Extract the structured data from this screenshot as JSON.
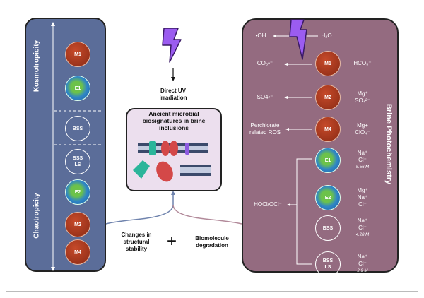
{
  "left_panel": {
    "top_label": "Kosmotropicity",
    "bottom_label": "Chaotropicity",
    "color": "#5b6d99",
    "items": [
      {
        "label": "M1",
        "type": "mars"
      },
      {
        "label": "E1",
        "type": "earth"
      },
      {
        "label": "BSS",
        "type": "circle"
      },
      {
        "label": "BSS LS",
        "type": "circle"
      },
      {
        "label": "E2",
        "type": "earth"
      },
      {
        "label": "M2",
        "type": "mars"
      },
      {
        "label": "M4",
        "type": "mars"
      }
    ]
  },
  "center": {
    "uv_label": "Direct UV irradiation",
    "box_title": "Ancient microbial biosignatures in brine inclusions",
    "left_effect": "Changes in structural stability",
    "plus": "+",
    "right_effect": "Biomolecule degradation",
    "bolt_color": "#9b5cf0"
  },
  "right_panel": {
    "title": "Brine Photochemistry",
    "color": "#946b80",
    "water_product": "•OH",
    "water_reactant": "H₂O",
    "rows": [
      {
        "product": "CO₃•⁻",
        "label": "M1",
        "type": "mars",
        "ions": [
          "HCO₃⁻"
        ]
      },
      {
        "product": "SO4•⁻",
        "label": "M2",
        "type": "mars",
        "ions": [
          "Mg⁺",
          "SO₄²⁻"
        ]
      },
      {
        "product": "Perchlorate related ROS",
        "label": "M4",
        "type": "mars",
        "ions": [
          "Mg+",
          "ClO₄⁻"
        ]
      },
      {
        "label": "E1",
        "type": "earth",
        "ions": [
          "Na⁺",
          "Cl⁻"
        ],
        "conc": "5.56 M"
      },
      {
        "label": "E2",
        "type": "earth",
        "ions": [
          "Mg⁺",
          "Na⁺",
          "Cl⁻"
        ]
      },
      {
        "label": "BSS",
        "type": "circle",
        "ions": [
          "Na⁺",
          "Cl⁻"
        ],
        "conc": "4.28 M"
      },
      {
        "label": "BSS LS",
        "type": "circle",
        "ions": [
          "Na⁺",
          "Cl⁻"
        ],
        "conc": "2.9 M"
      }
    ],
    "group_product": "HOCl/OCl⁻"
  }
}
